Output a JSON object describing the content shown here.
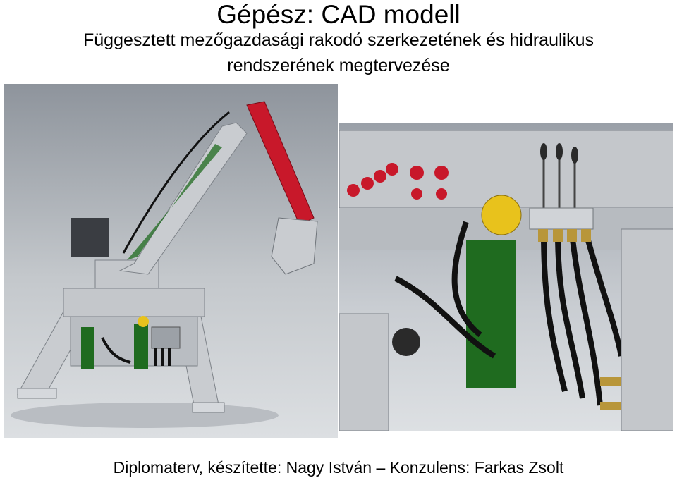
{
  "header": {
    "title": "Gépész: CAD modell",
    "subtitle": "Függesztett mezőgazdasági rakodó szerkezetének és hidraulikus rendszerének megtervezése"
  },
  "images": {
    "left": {
      "depicts": "cad-render-excavator-loader"
    },
    "right": {
      "depicts": "cad-render-hydraulic-valve-detail"
    }
  },
  "footer": {
    "text": "Diplomaterv, készítette: Nagy István – Konzulens: Farkas Zsolt"
  },
  "colors": {
    "steel": "#c9ccd0",
    "steel_dark": "#8f949a",
    "boom_red": "#c8182a",
    "plate_green": "#1f6b1f",
    "hose_black": "#111111",
    "brass": "#b8963a",
    "valve_yellow": "#e8c21c"
  }
}
